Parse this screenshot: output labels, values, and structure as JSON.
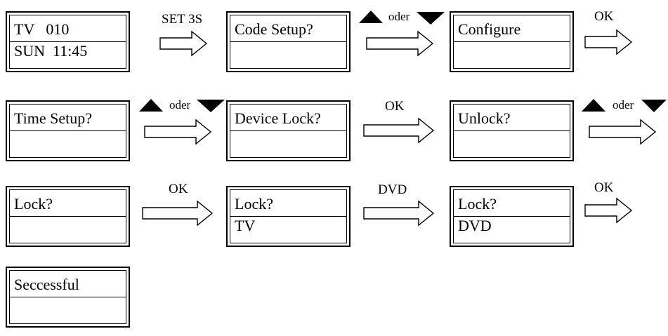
{
  "displays": [
    {
      "id": "tv-010",
      "line1": "TV   010",
      "line2": "SUN  11:45"
    },
    {
      "id": "code-setup",
      "line1": "Code Setup?",
      "line2": ""
    },
    {
      "id": "configure",
      "line1": "Configure",
      "line2": ""
    },
    {
      "id": "time-setup",
      "line1": "Time Setup?",
      "line2": ""
    },
    {
      "id": "device-lock",
      "line1": "Device Lock?",
      "line2": ""
    },
    {
      "id": "unlock",
      "line1": "Unlock?",
      "line2": ""
    },
    {
      "id": "lock-1",
      "line1": "Lock?",
      "line2": ""
    },
    {
      "id": "lock-tv",
      "line1": "Lock?",
      "line2": "TV"
    },
    {
      "id": "lock-dvd",
      "line1": "Lock?",
      "line2": "DVD"
    },
    {
      "id": "successful",
      "line1": "Seccessful",
      "line2": ""
    }
  ],
  "transitions": [
    {
      "label": "SET 3S"
    },
    {
      "label": "oder",
      "up_down": true
    },
    {
      "label": "OK"
    },
    {
      "label": "oder",
      "up_down": true
    },
    {
      "label": "OK"
    },
    {
      "label": "oder",
      "up_down": true
    },
    {
      "label": "OK"
    },
    {
      "label": "DVD"
    },
    {
      "label": "OK"
    }
  ]
}
